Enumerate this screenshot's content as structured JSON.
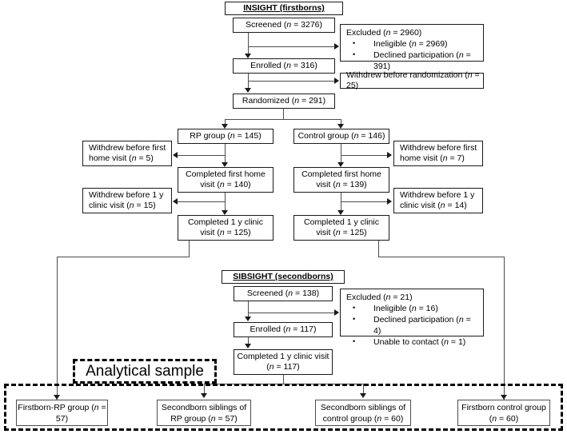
{
  "figure": {
    "type": "consort-flow-diagram",
    "title_insight": "INSIGHT (firstborns)",
    "title_sibsight": "SIBSIGHT (secondborns)",
    "analytical_sample_label": "Analytical sample"
  },
  "insight": {
    "screened": "Screened (n = 3276)",
    "excluded_head": "Excluded (n = 2960)",
    "excluded_items": [
      "Ineligible (n = 2969)",
      "Declined participation (n = 391)"
    ],
    "enrolled": "Enrolled (n = 316)",
    "withdrew_before_randomization": "Withdrew before randomization (n = 25)",
    "randomized": "Randomized (n = 291)"
  },
  "arms": {
    "rp": {
      "group": "RP group (n = 145)",
      "withdrew_first_home": "Withdrew before first home visit (n = 5)",
      "completed_first_home": "Completed first home visit (n = 140)",
      "withdrew_1y_clinic": "Withdrew before 1 y clinic visit (n = 15)",
      "completed_1y_clinic": "Completed 1 y clinic visit (n = 125)"
    },
    "control": {
      "group": "Control group (n = 146)",
      "withdrew_first_home": "Withdrew before first home visit (n = 7)",
      "completed_first_home": "Completed first home visit (n = 139)",
      "withdrew_1y_clinic": "Withdrew before 1 y clinic visit (n = 14)",
      "completed_1y_clinic": "Completed 1 y clinic visit (n = 125)"
    }
  },
  "sibsight": {
    "screened": "Screened (n = 138)",
    "excluded_head": "Excluded (n = 21)",
    "excluded_items": [
      "Ineligible (n = 16)",
      "Declined participation (n = 4)",
      "Unable to contact (n = 1)"
    ],
    "enrolled": "Enrolled (n = 117)",
    "completed_1y_clinic": "Completed 1 y clinic visit (n = 117)"
  },
  "analytical_sample": {
    "boxes": [
      "Firstborn-RP group (n = 57)",
      "Secondborn siblings of RP group (n = 57)",
      "Secondborn siblings of control group (n = 60)",
      "Firstborn control group (n = 60)"
    ]
  },
  "chart_data": {
    "type": "flowchart",
    "nodes": [
      {
        "id": "insight-title",
        "label": "INSIGHT (firstborns)",
        "n": null
      },
      {
        "id": "insight-screened",
        "label": "Screened",
        "n": 3276
      },
      {
        "id": "insight-excluded",
        "label": "Excluded",
        "n": 2960
      },
      {
        "id": "insight-excluded-ineligible",
        "label": "Ineligible",
        "n": 2969
      },
      {
        "id": "insight-excluded-declined",
        "label": "Declined participation",
        "n": 391
      },
      {
        "id": "insight-enrolled",
        "label": "Enrolled",
        "n": 316
      },
      {
        "id": "insight-withdrew-randomization",
        "label": "Withdrew before randomization",
        "n": 25
      },
      {
        "id": "insight-randomized",
        "label": "Randomized",
        "n": 291
      },
      {
        "id": "rp-group",
        "label": "RP group",
        "n": 145
      },
      {
        "id": "control-group",
        "label": "Control group",
        "n": 146
      },
      {
        "id": "rp-withdrew-home",
        "label": "Withdrew before first home visit",
        "n": 5
      },
      {
        "id": "control-withdrew-home",
        "label": "Withdrew before first home visit",
        "n": 7
      },
      {
        "id": "rp-completed-home",
        "label": "Completed first home visit",
        "n": 140
      },
      {
        "id": "control-completed-home",
        "label": "Completed first home visit",
        "n": 139
      },
      {
        "id": "rp-withdrew-clinic",
        "label": "Withdrew before 1 y clinic visit",
        "n": 15
      },
      {
        "id": "control-withdrew-clinic",
        "label": "Withdrew before 1 y clinic visit",
        "n": 14
      },
      {
        "id": "rp-completed-clinic",
        "label": "Completed 1 y clinic visit",
        "n": 125
      },
      {
        "id": "control-completed-clinic",
        "label": "Completed 1 y clinic visit",
        "n": 125
      },
      {
        "id": "sibsight-title",
        "label": "SIBSIGHT (secondborns)",
        "n": null
      },
      {
        "id": "sibsight-screened",
        "label": "Screened",
        "n": 138
      },
      {
        "id": "sibsight-excluded",
        "label": "Excluded",
        "n": 21
      },
      {
        "id": "sibsight-excluded-ineligible",
        "label": "Ineligible",
        "n": 16
      },
      {
        "id": "sibsight-excluded-declined",
        "label": "Declined participation",
        "n": 4
      },
      {
        "id": "sibsight-excluded-unable",
        "label": "Unable to contact",
        "n": 1
      },
      {
        "id": "sibsight-enrolled",
        "label": "Enrolled",
        "n": 117
      },
      {
        "id": "sibsight-completed-clinic",
        "label": "Completed 1 y clinic visit",
        "n": 117
      },
      {
        "id": "final-firstborn-rp",
        "label": "Firstborn-RP group",
        "n": 57
      },
      {
        "id": "final-secondborn-rp",
        "label": "Secondborn siblings of RP group",
        "n": 57
      },
      {
        "id": "final-secondborn-control",
        "label": "Secondborn siblings of control group",
        "n": 60
      },
      {
        "id": "final-firstborn-control",
        "label": "Firstborn control group",
        "n": 60
      }
    ]
  }
}
